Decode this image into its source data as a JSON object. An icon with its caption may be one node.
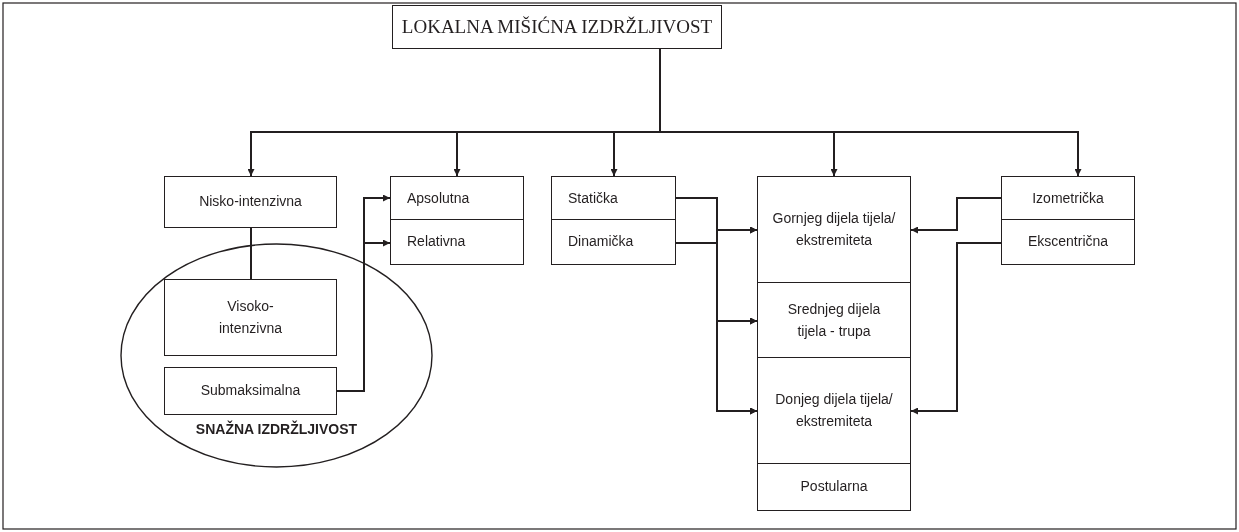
{
  "diagram": {
    "nodes": [
      {
        "text": [
          "LOKALNA MIŠIĆNA IZDRŽLJIVOST"
        ]
      },
      {
        "text": [
          "Nisko-intenzivna"
        ]
      },
      {
        "text": [
          "SNAŽNA IZDRŽLJIVOST"
        ]
      },
      {
        "text": [
          "Visoko-intenzivna"
        ],
        "in": 2
      },
      {
        "text": [
          "Submaksimalna"
        ],
        "in": 2
      },
      {
        "text": [
          "Apsolutna"
        ]
      },
      {
        "text": [
          "Relativna"
        ]
      },
      {
        "text": [
          "Statička"
        ]
      },
      {
        "text": [
          "Dinamička"
        ]
      },
      {
        "text": [
          "Gornjeg dijela tijela/ ekstremiteta"
        ]
      },
      {
        "text": [
          "Srednjeg dijela tijela - trupa"
        ]
      },
      {
        "text": [
          "Donjeg dijela tijela/ ekstremiteta"
        ]
      },
      {
        "text": [
          "Postularna"
        ]
      },
      {
        "text": [
          "Izometrička"
        ]
      },
      {
        "text": [
          "Ekscentrična"
        ]
      }
    ],
    "edges": [
      {
        "from": 0,
        "to": 1,
        "arrow": "to"
      },
      {
        "from": 0,
        "to": 5,
        "arrow": "to"
      },
      {
        "from": 0,
        "to": 7,
        "arrow": "to"
      },
      {
        "from": 0,
        "to": 9,
        "arrow": "to"
      },
      {
        "from": 0,
        "to": 13,
        "arrow": "to"
      },
      {
        "from": 1,
        "to": 3,
        "arrow": "none"
      },
      {
        "from": 4,
        "to": 5,
        "arrow": "to"
      },
      {
        "from": 4,
        "to": 6,
        "arrow": "to"
      },
      {
        "from": 7,
        "to": 9,
        "arrow": "to"
      },
      {
        "from": 7,
        "to": 10,
        "arrow": "to"
      },
      {
        "from": 7,
        "to": 11,
        "arrow": "to"
      },
      {
        "from": 8,
        "to": 9,
        "arrow": "to"
      },
      {
        "from": 8,
        "to": 10,
        "arrow": "to"
      },
      {
        "from": 8,
        "to": 11,
        "arrow": "to"
      },
      {
        "from": 13,
        "to": 9,
        "arrow": "to"
      },
      {
        "from": 14,
        "to": 11,
        "arrow": "to"
      }
    ]
  }
}
